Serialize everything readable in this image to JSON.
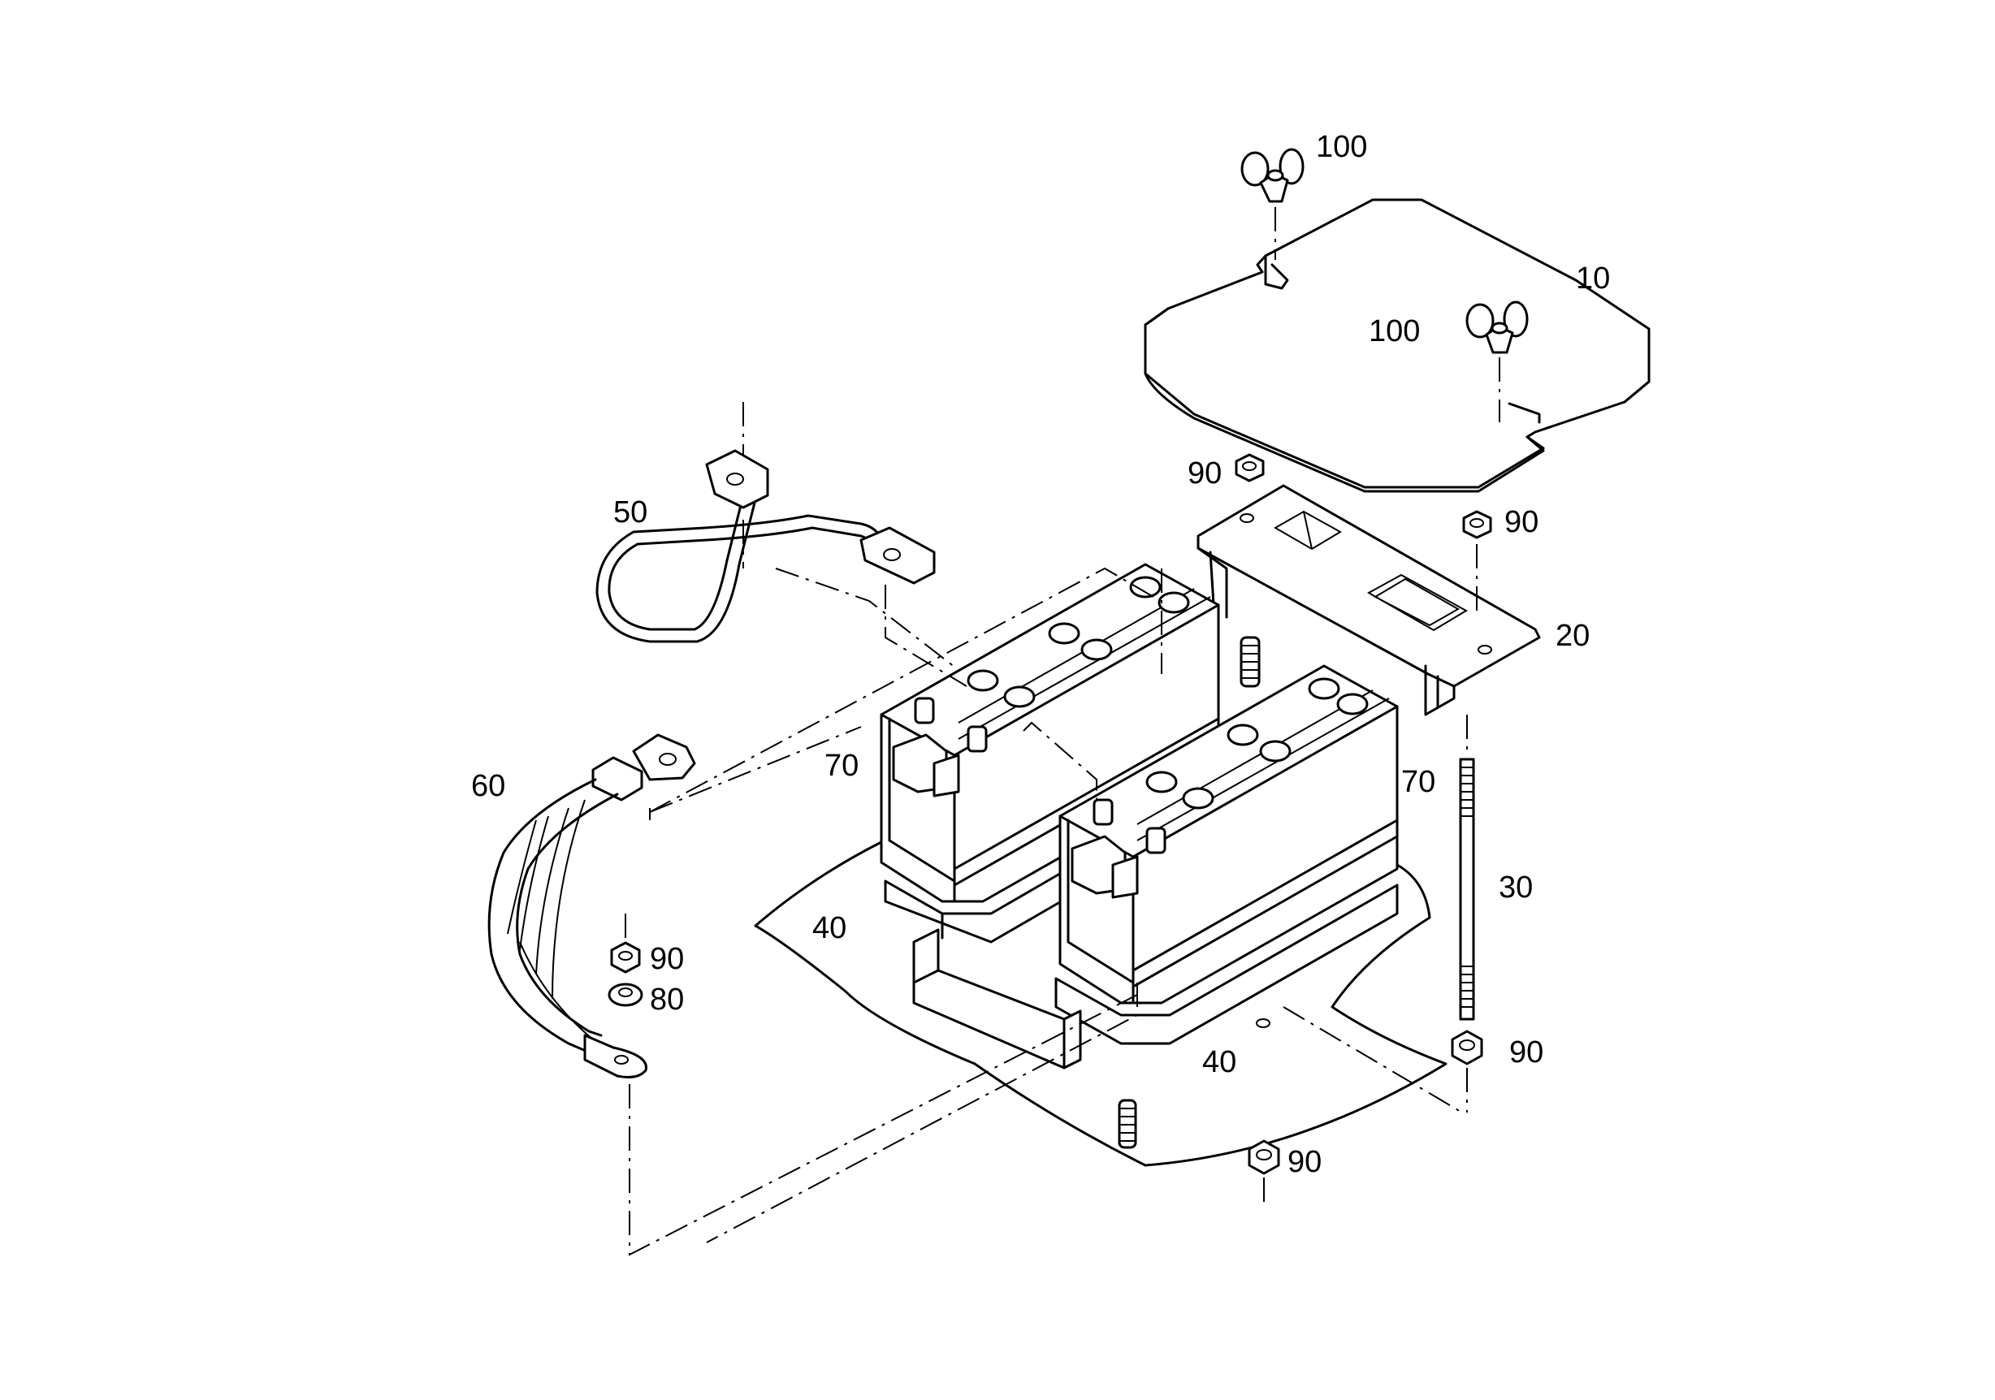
{
  "callouts": [
    {
      "id": "c100a",
      "text": "100"
    },
    {
      "id": "c10",
      "text": "10"
    },
    {
      "id": "c100b",
      "text": "100"
    },
    {
      "id": "c90a",
      "text": "90"
    },
    {
      "id": "c90b",
      "text": "90"
    },
    {
      "id": "c50",
      "text": "50"
    },
    {
      "id": "c20",
      "text": "20"
    },
    {
      "id": "c70a",
      "text": "70"
    },
    {
      "id": "c70b",
      "text": "70"
    },
    {
      "id": "c60",
      "text": "60"
    },
    {
      "id": "c30",
      "text": "30"
    },
    {
      "id": "c40a",
      "text": "40"
    },
    {
      "id": "c90c",
      "text": "90"
    },
    {
      "id": "c80",
      "text": "80"
    },
    {
      "id": "c90d",
      "text": "90"
    },
    {
      "id": "c40b",
      "text": "40"
    },
    {
      "id": "c90e",
      "text": "90"
    }
  ]
}
